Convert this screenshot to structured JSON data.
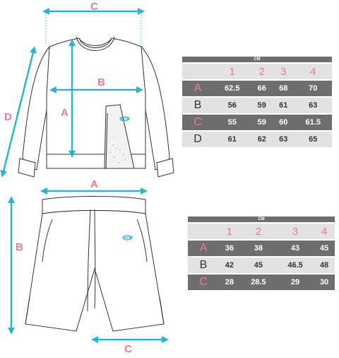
{
  "top": {
    "dimension_labels": {
      "a": "A",
      "b": "B",
      "c": "C",
      "d": "D"
    },
    "logo_text": "ACM",
    "table": {
      "unit": "CM",
      "sizes": [
        "1",
        "2",
        "3",
        "4"
      ],
      "rows": [
        {
          "label": "A",
          "values": [
            "62.5",
            "66",
            "68",
            "70"
          ]
        },
        {
          "label": "B",
          "values": [
            "56",
            "59",
            "61",
            "63"
          ]
        },
        {
          "label": "C",
          "values": [
            "55",
            "59",
            "60",
            "61.5"
          ]
        },
        {
          "label": "D",
          "values": [
            "61",
            "62",
            "63",
            "65"
          ]
        }
      ]
    }
  },
  "bottom": {
    "dimension_labels": {
      "a": "A",
      "b": "B",
      "c": "C"
    },
    "logo_text": "ACM",
    "table": {
      "unit": "CM",
      "sizes": [
        "1",
        "2",
        "3",
        "4"
      ],
      "rows": [
        {
          "label": "A",
          "values": [
            "36",
            "38",
            "43",
            "45"
          ]
        },
        {
          "label": "B",
          "values": [
            "42",
            "45",
            "46.5",
            "48"
          ]
        },
        {
          "label": "C",
          "values": [
            "28",
            "28.5",
            "29",
            "30"
          ]
        }
      ]
    }
  },
  "colors": {
    "measure_line": "#2bb3cf",
    "letter": "#e879a8",
    "table_dark": "#6e6e6e",
    "table_light": "#e2e2e2"
  }
}
